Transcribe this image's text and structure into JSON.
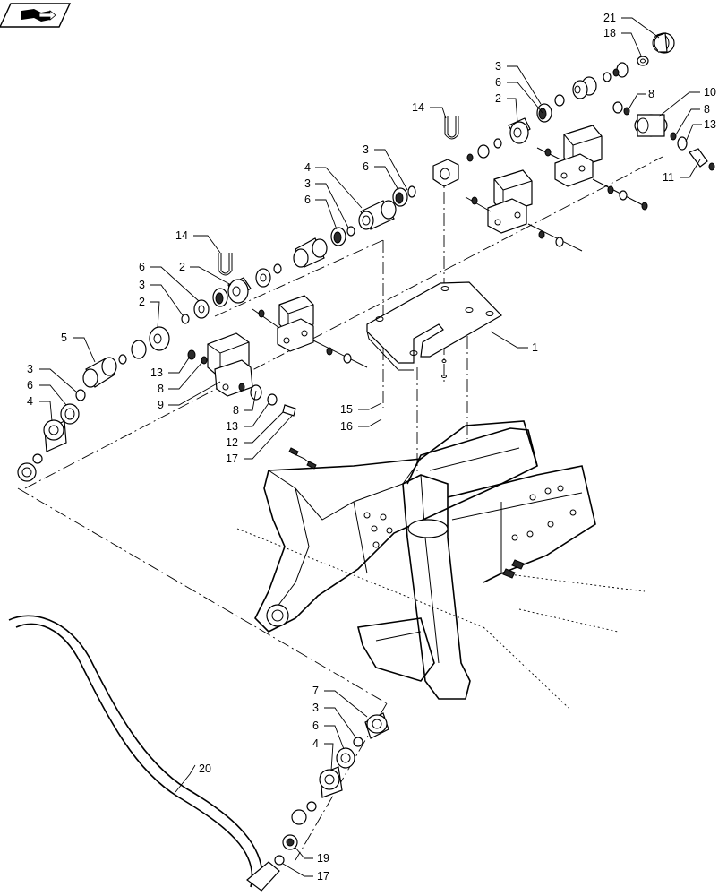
{
  "header": {
    "icon": "book-arrow-icon"
  },
  "callouts": {
    "c21": "21",
    "c18": "18",
    "c3a": "3",
    "c6a": "6",
    "c2a": "2",
    "c8a": "8",
    "c10": "10",
    "c8b": "8",
    "c13a": "13",
    "c11": "11",
    "c14a": "14",
    "c3b": "3",
    "c6b": "6",
    "c4a": "4",
    "c3c": "3",
    "c6c": "6",
    "c14b": "14",
    "c6d": "6",
    "c2b": "2",
    "c3d": "3",
    "c2c": "2",
    "c5": "5",
    "c3e": "3",
    "c6e": "6",
    "c4b": "4",
    "c13b": "13",
    "c8c": "8",
    "c9": "9",
    "c8d": "8",
    "c13c": "13",
    "c12": "12",
    "c17a": "17",
    "c1": "1",
    "c15": "15",
    "c16": "16",
    "c20": "20",
    "c7": "7",
    "c3f": "3",
    "c6f": "6",
    "c4c": "4",
    "c19": "19",
    "c17b": "17"
  }
}
